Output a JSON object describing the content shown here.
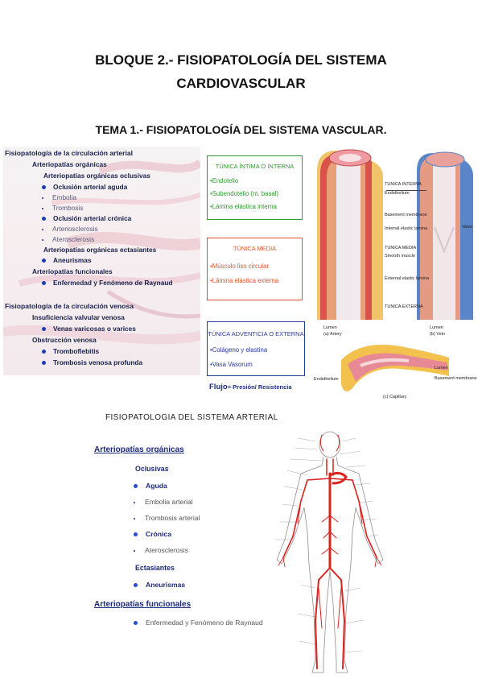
{
  "header": {
    "title_line1": "BLOQUE 2.- FISIOPATOLOGÍA DEL SISTEMA",
    "title_line2": "CARDIOVASCULAR",
    "subtitle": "TEMA 1.- FISIOPATOLOGÍA DEL SISTEMA VASCULAR."
  },
  "left_panel": {
    "arterial_title": "Fisiopatología de la circulación arterial",
    "organicas": "Arteriopatías orgánicas",
    "oclusivas": "Arteriopatías orgánicas oclusivas",
    "oclusion_aguda": "Oclusión arterial aguda",
    "embolia": "Embolia",
    "trombosis": "Trombosis",
    "oclusion_cronica": "Oclusión arterial crónica",
    "arteriosclerosis": "Arteriosclerosis",
    "aterosclerosis": "Aterosclerosis",
    "ectasiantes": "Arteriopatías orgánicas ectasiantes",
    "aneurismas": "Aneurismas",
    "funcionales": "Arteriopatías funcionales",
    "raynaud": "Enfermedad y Fenómeno de Raynaud",
    "venous_title": "Fisiopatología de la circulación venosa",
    "insuficiencia": "Insuficiencia valvular venosa",
    "varices": "Venas varicosas o varices",
    "obstruccion": "Obstrucción venosa",
    "tromboflebitis": "Tromboflebitis",
    "trombosis_profunda": "Trombosis venosa profunda"
  },
  "tunica_boxes": {
    "intima": {
      "title": "TÚNICA ÍNTIMA O INTERNA",
      "items": [
        "•Endotelio",
        "•Subendotelio (m. basal)",
        "•Lámina elástica interna"
      ],
      "color": "#2f9a2f"
    },
    "media": {
      "title": "TÚNICA MEDIA",
      "items": [
        "•Músculo liso circular",
        "•Lámina elástica externa"
      ],
      "color": "#e0522a"
    },
    "adventicia": {
      "title": "TÚNICA ADVENTICIA O EXTERNA",
      "items": [
        "•Colágeno y elastina",
        "•Vasa Vasorum"
      ],
      "color": "#2a3a9a"
    },
    "flujo_label": "Flujo",
    "flujo_formula": "= Presión/ Resistencia"
  },
  "illustration": {
    "labels": {
      "tunica_interna": "TUNICA INTERNA",
      "endothelium": "Endothelium",
      "basement": "Basement membrane",
      "internal_elastic": "Internal elastic lamina",
      "tunica_media": "TUNICA MEDIA",
      "smooth_muscle": "Smooth muscle",
      "external_elastic": "External elastic lamina",
      "tunica_externa": "TUNICA EXTERNA",
      "valve": "Valve",
      "lumen_a": "Lumen",
      "artery": "(a) Artery",
      "lumen_b": "Lumen",
      "vein": "(b) Vein",
      "lumen_c": "Lumen",
      "basement_c": "Basement membrane",
      "endothelium_c": "Endothelium",
      "capillary": "(c) Capillary"
    }
  },
  "arterial_section": {
    "heading": "FISIOPATOLOGIA DEL SISTEMA ARTERIAL",
    "organicas": "Arteriopatías orgánicas",
    "oclusivas": "Oclusivas",
    "aguda": "Aguda",
    "embolia": "Embolia arterial",
    "trombosis": "Trombosis arterial",
    "cronica": "Crónica",
    "aterosclerosis": "Aterosclerosis",
    "ectasiantes": "Ectasiantes",
    "aneurismas": "Aneurismas",
    "funcionales": "Arteriopatías funcionales",
    "raynaud": "Enfermedad y Fenómeno de Raynaud"
  },
  "colors": {
    "artery_red": "#d8231f",
    "heading_blue": "#1b2a7a",
    "bullet_blue": "#2a4dd0"
  }
}
